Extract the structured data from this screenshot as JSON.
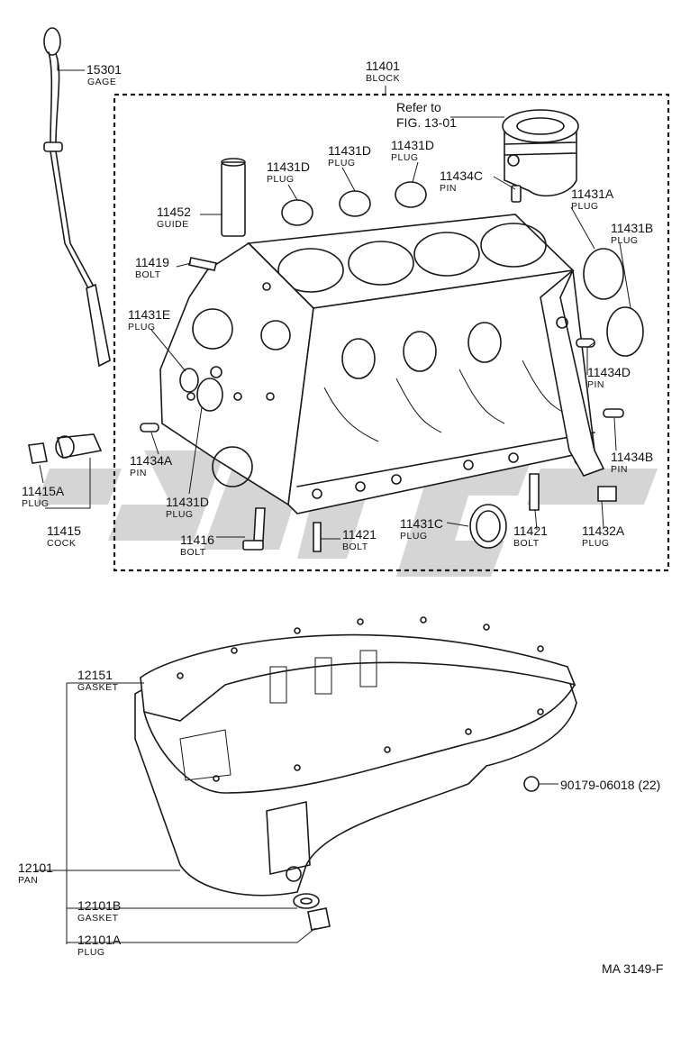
{
  "callouts": {
    "gage": {
      "number": "15301",
      "name": "GAGE"
    },
    "block": {
      "number": "11401",
      "name": "BLOCK"
    },
    "refer": {
      "line1": "Refer to",
      "line2": "FIG. 13-01"
    },
    "plug_d1": {
      "number": "11431D",
      "name": "PLUG"
    },
    "plug_d2": {
      "number": "11431D",
      "name": "PLUG"
    },
    "plug_d3": {
      "number": "11431D",
      "name": "PLUG"
    },
    "plug_d4": {
      "number": "11431D",
      "name": "PLUG"
    },
    "pin_c": {
      "number": "11434C",
      "name": "PIN"
    },
    "guide": {
      "number": "11452",
      "name": "GUIDE"
    },
    "plug_a": {
      "number": "11431A",
      "name": "PLUG"
    },
    "plug_b": {
      "number": "11431B",
      "name": "PLUG"
    },
    "bolt_19": {
      "number": "11419",
      "name": "BOLT"
    },
    "plug_e": {
      "number": "11431E",
      "name": "PLUG"
    },
    "pin_d": {
      "number": "11434D",
      "name": "PIN"
    },
    "pin_a": {
      "number": "11434A",
      "name": "PIN"
    },
    "pin_b": {
      "number": "11434B",
      "name": "PIN"
    },
    "plug_15a": {
      "number": "11415A",
      "name": "PLUG"
    },
    "cock": {
      "number": "11415",
      "name": "COCK"
    },
    "bolt_16": {
      "number": "11416",
      "name": "BOLT"
    },
    "bolt_21a": {
      "number": "11421",
      "name": "BOLT"
    },
    "plug_c": {
      "number": "11431C",
      "name": "PLUG"
    },
    "bolt_21b": {
      "number": "11421",
      "name": "BOLT"
    },
    "plug_32a": {
      "number": "11432A",
      "name": "PLUG"
    },
    "gasket_pan": {
      "number": "12151",
      "name": "GASKET"
    },
    "nut": {
      "text": "90179-06018 (22)"
    },
    "pan": {
      "number": "12101",
      "name": "PAN"
    },
    "gasket_drain": {
      "number": "12101B",
      "name": "GASKET"
    },
    "plug_drain": {
      "number": "12101A",
      "name": "PLUG"
    }
  },
  "figure_code": "MA  3149-F"
}
